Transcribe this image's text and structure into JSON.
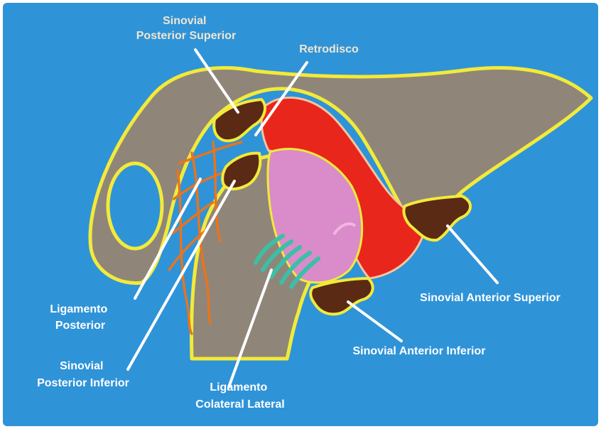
{
  "colors": {
    "background": "#2f93d8",
    "bone": "#8f8679",
    "outline": "#f2ea3a",
    "retrodisco": "#e8261c",
    "condyle": "#d98cc9",
    "synovial": "#5a2a14",
    "ligament_lines": "#e8741e",
    "collateral": "#3bbfa6",
    "label_text": "#ffffff",
    "pointer": "#ffffff"
  },
  "labels": {
    "sinovial_posterior_superior": [
      "Sinovial",
      "Posterior Superior"
    ],
    "retrodisco": [
      "Retrodisco"
    ],
    "ligamento_posterior": [
      "Ligamento",
      "Posterior"
    ],
    "sinovial_posterior_inferior": [
      "Sinovial",
      "Posterior Inferior"
    ],
    "ligamento_colateral_lateral": [
      "Ligamento",
      "Colateral Lateral"
    ],
    "sinovial_anterior_inferior": [
      "Sinovial Anterior Inferior"
    ],
    "sinovial_anterior_superior": [
      "Sinovial Anterior Superior"
    ]
  }
}
